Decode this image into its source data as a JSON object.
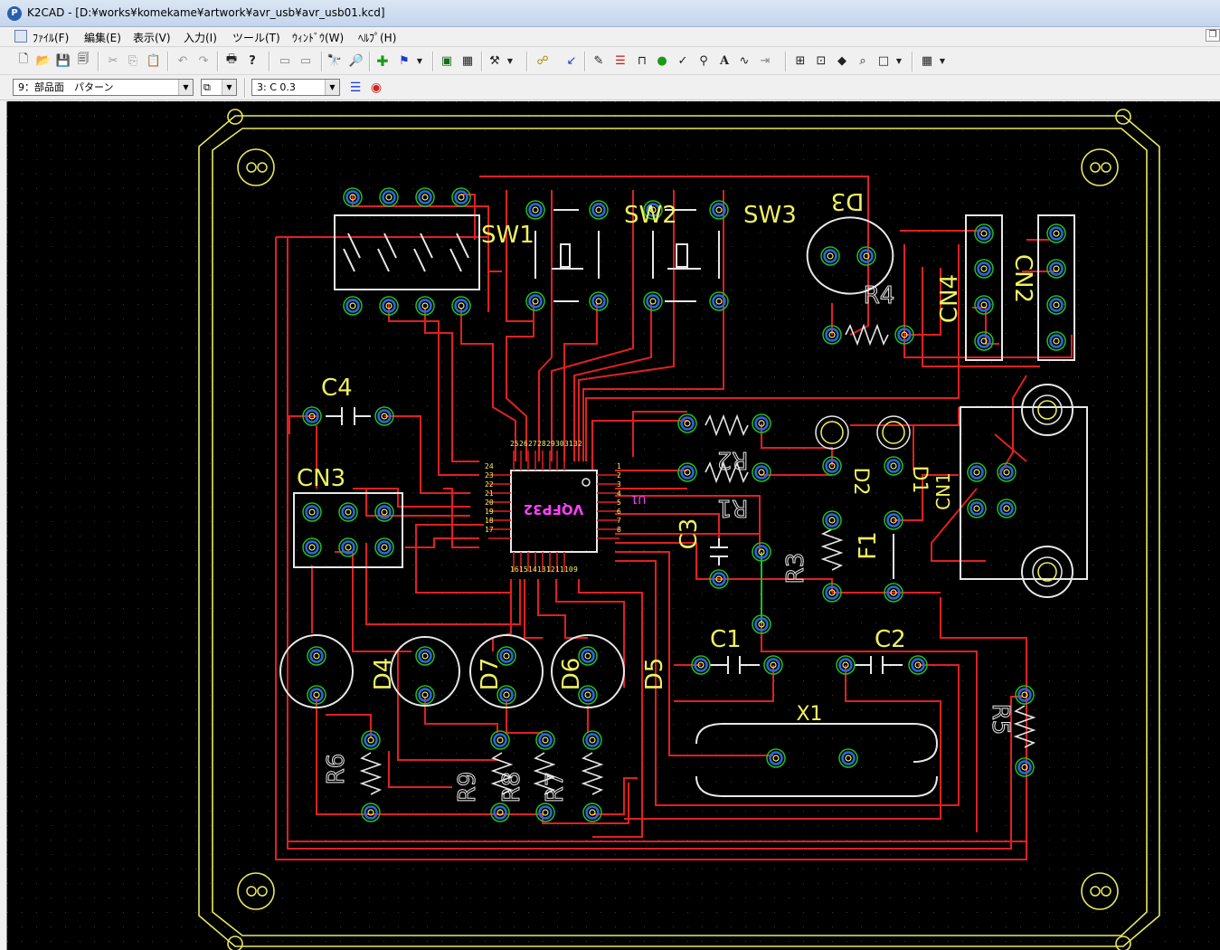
{
  "window": {
    "title": "K2CAD - [D:¥works¥komekame¥artwork¥avr_usb¥avr_usb01.kcd]",
    "app_icon": "k2cad-app-icon"
  },
  "menu": {
    "items": [
      {
        "label": "ﾌｧｲﾙ(F)"
      },
      {
        "label": "編集(E)"
      },
      {
        "label": "表示(V)"
      },
      {
        "label": "入力(I)"
      },
      {
        "label": "ツール(T)"
      },
      {
        "label": "ｳｨﾝﾄﾞｳ(W)"
      },
      {
        "label": "ﾍﾙﾌﾟ(H)"
      }
    ]
  },
  "toolbar": {
    "icons": [
      "new-file-icon",
      "open-folder-icon",
      "save-icon",
      "save-all-icon",
      "cut-icon",
      "copy-icon",
      "paste-icon",
      "undo-icon",
      "redo-icon",
      "print-icon",
      "help-icon",
      "layer-up-icon",
      "layer-down-icon",
      "find-icon",
      "find-replace-icon",
      "add-part-icon",
      "flag-icon",
      "window-icon",
      "grid-table-icon",
      "hammer-icon",
      "label-icon",
      "select-arrow-icon",
      "pencil-icon",
      "via-icon",
      "pad-icon",
      "oval-pad-icon",
      "measure-icon",
      "rotate-part-icon",
      "text-A-icon",
      "arc-icon",
      "dimension-icon",
      "zoom-in-icon",
      "zoom-fit-icon",
      "mirror-icon",
      "zoom-glass-icon",
      "rectangle-icon",
      "grid-icon"
    ],
    "icon_glyphs": [
      "🗋",
      "📂",
      "💾",
      "🗐",
      "✂",
      "⎘",
      "📋",
      "↶",
      "↷",
      "🖶",
      "?",
      "▭",
      "▭",
      "🔭",
      "🔎",
      "✚",
      "⚑",
      "▣",
      "▦",
      "⚒",
      "☍",
      "↙",
      "✎",
      "☰",
      "⊓",
      "●",
      "✓",
      "⚲",
      "A",
      "∿",
      "⇥",
      "⊞",
      "⊡",
      "◆",
      "⌕",
      "□",
      "▦"
    ]
  },
  "toolbar2": {
    "layer_select": "9：部品面　パターン",
    "pen_select": "3: C 0.3"
  },
  "pcb": {
    "silk_labels": [
      "SW1",
      "SW2",
      "SW3",
      "D3",
      "CN4",
      "CN2",
      "R4",
      "C4",
      "CN3",
      "R2",
      "R1",
      "D2",
      "D1",
      "CN1",
      "C3",
      "R3",
      "F1",
      "C1",
      "C2",
      "D4",
      "D7",
      "D6",
      "D5",
      "X1",
      "R5",
      "R6",
      "R9",
      "R8",
      "R7"
    ],
    "ic_label": "VQFP32",
    "ic_ref": "U1",
    "pin_top": [
      "25",
      "26",
      "27",
      "28",
      "29",
      "30",
      "31",
      "32"
    ],
    "pin_left": [
      "24",
      "23",
      "22",
      "21",
      "20",
      "19",
      "18",
      "17"
    ],
    "pin_right": [
      "1",
      "2",
      "3",
      "4",
      "5",
      "6",
      "7",
      "8"
    ],
    "pin_bottom": [
      "16",
      "15",
      "14",
      "13",
      "12",
      "11",
      "10",
      "9"
    ],
    "colors": {
      "background": "#000000",
      "board_outline": "#e8e860",
      "trace": "#e02020",
      "silkscreen": "#e8e8e8",
      "label": "#f0f060",
      "pad_ring": "#2a6ae0",
      "pad_outer": "#20c020",
      "ic_label_color": "#ff40ff"
    }
  }
}
